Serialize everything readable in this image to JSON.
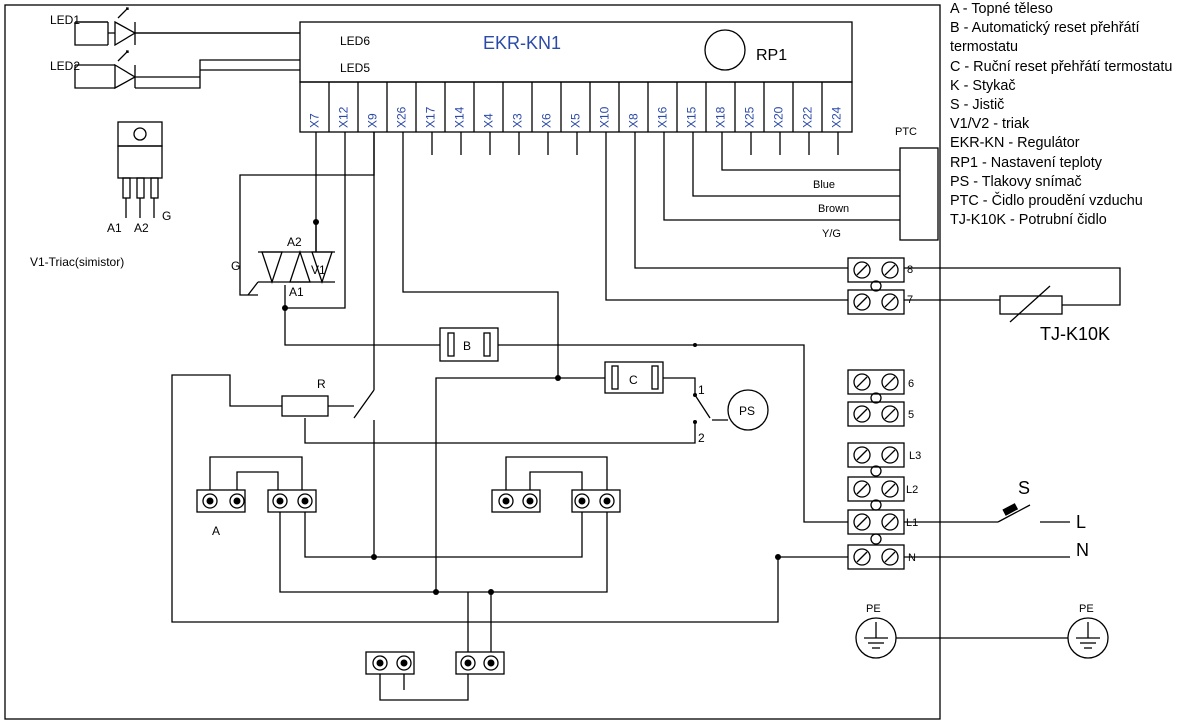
{
  "diagram": {
    "controller_title": "EKR-KN1",
    "rp1_label": "RP1",
    "leds": {
      "led1": "LED1",
      "led2": "LED2",
      "led6": "LED6",
      "led5": "LED5"
    },
    "pins": [
      "X7",
      "X12",
      "X9",
      "X26",
      "X17",
      "X14",
      "X4",
      "X3",
      "X6",
      "X5",
      "X10",
      "X8",
      "X16",
      "X15",
      "X18",
      "X25",
      "X20",
      "X22",
      "X24"
    ],
    "ptc_label": "PTC",
    "wires": {
      "blue": "Blue",
      "brown": "Brown",
      "yg": "Y/G"
    },
    "triac_pins": {
      "a1": "A1",
      "a2": "A2",
      "g": "G"
    },
    "triac_caption": "V1-Triac(simistor)",
    "triac_symbol": {
      "a2": "A2",
      "g": "G",
      "v1": "V1",
      "a1": "A1"
    },
    "component_b": "B",
    "component_c": "C",
    "component_r": "R",
    "ps_label": "PS",
    "switch_contacts": {
      "one": "1",
      "two": "2"
    },
    "heater_label": "A",
    "terminals": {
      "t8": "8",
      "t7": "7",
      "t6": "6",
      "t5": "5",
      "l3": "L3",
      "l2": "L2",
      "l1": "L1",
      "n": "N"
    },
    "tj_label": "TJ-K10K",
    "s_label": "S",
    "l_label": "L",
    "n_label": "N",
    "pe_left": "PE",
    "pe_right": "PE"
  },
  "legend": [
    "A - Topné těleso",
    "B - Automatický reset přehřátí",
    "termostatu",
    "C - Ruční reset přehřátí termostatu",
    "K - Stykač",
    "S - Jistič",
    "V1/V2 - triak",
    "EKR-KN - Regulátor",
    "RP1 - Nastavení teploty",
    "PS - Tlakovy snímač",
    "PTC - Čidlo proudění vzduchu",
    "TJ-K10K - Potrubní čidlo"
  ]
}
